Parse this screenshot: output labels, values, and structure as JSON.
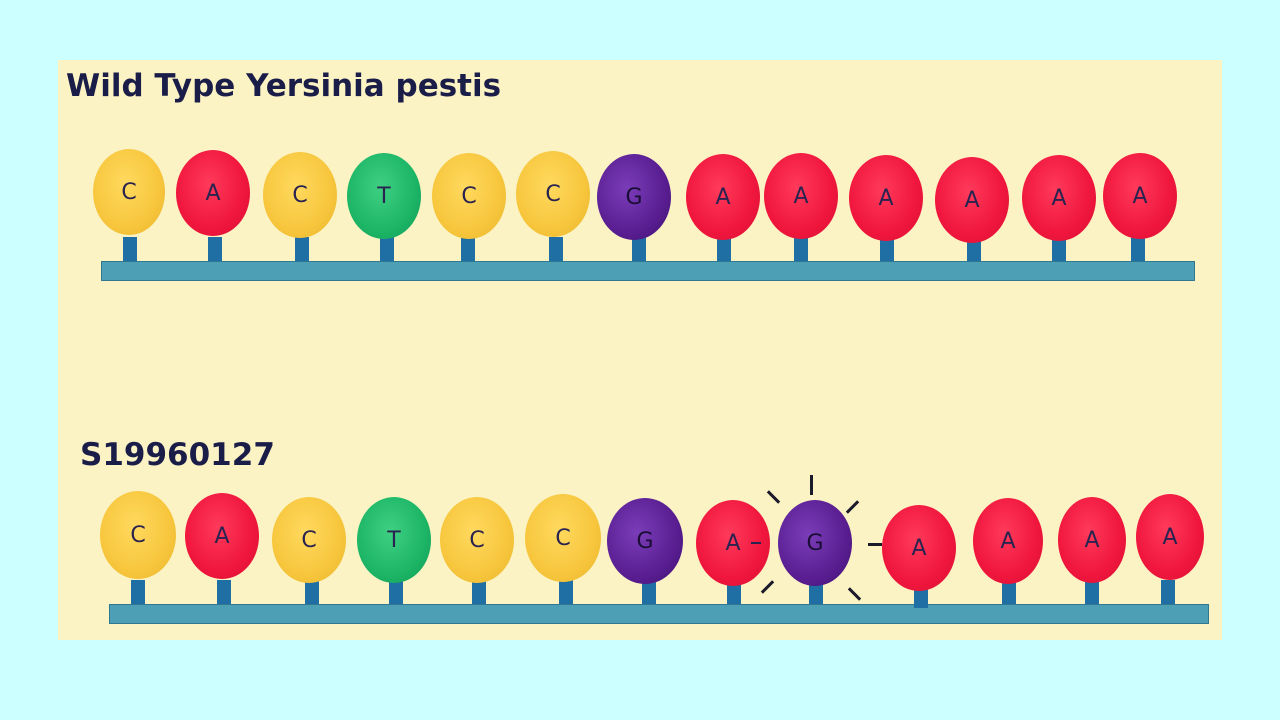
{
  "diagram": {
    "wild_type": {
      "title": "Wild Type Yersinia pestis",
      "bases": [
        "C",
        "A",
        "C",
        "T",
        "C",
        "C",
        "G",
        "A",
        "A",
        "A",
        "A",
        "A",
        "A"
      ]
    },
    "mutant": {
      "title": "S19960127",
      "bases": [
        "C",
        "A",
        "C",
        "T",
        "C",
        "C",
        "G",
        "A",
        "G",
        "A",
        "A",
        "A",
        "A"
      ],
      "highlighted_index": 8
    }
  }
}
